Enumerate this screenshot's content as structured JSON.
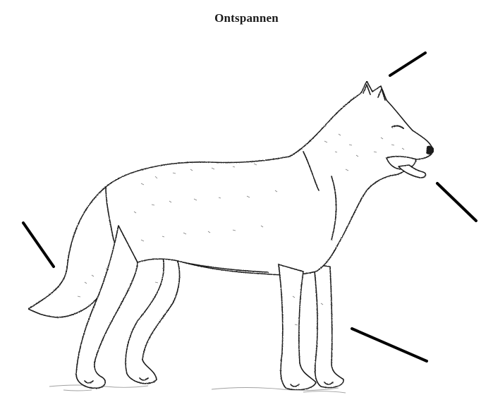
{
  "title": "Ontspannen",
  "colors": {
    "ink": "#1a1a1a",
    "pointer": "#000000",
    "background": "#ffffff"
  },
  "illustration": {
    "subject": "dog-icon",
    "pointers": [
      {
        "name": "ear-pointer"
      },
      {
        "name": "mouth-pointer"
      },
      {
        "name": "tail-pointer"
      },
      {
        "name": "leg-pointer"
      }
    ]
  }
}
